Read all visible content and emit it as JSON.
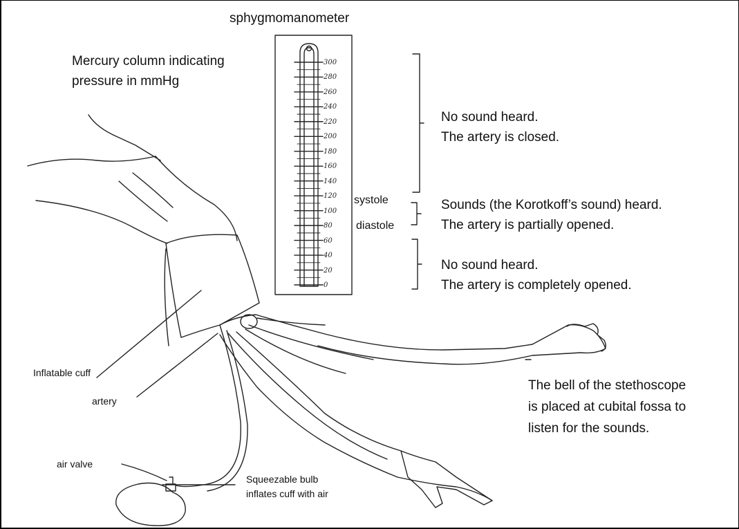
{
  "title": "sphygmomanometer",
  "mercury_label": [
    "Mercury column indicating",
    "pressure in mmHg"
  ],
  "scale_ticks": [
    "300",
    "280",
    "260",
    "240",
    "220",
    "200",
    "180",
    "160",
    "140",
    "120",
    "100",
    "80",
    "60",
    "40",
    "20",
    "0"
  ],
  "marker_labels": {
    "systole": "systole",
    "diastole": "diastole"
  },
  "zones": [
    {
      "line1": "No sound heard.",
      "line2": "The artery is closed."
    },
    {
      "line1": "Sounds (the Korotkoff’s sound) heard.",
      "line2": "The artery is partially opened."
    },
    {
      "line1": "No sound heard.",
      "line2": "The artery is completely opened."
    }
  ],
  "callouts": {
    "cuff": "Inflatable cuff",
    "artery": "artery",
    "air_valve": "air valve",
    "bulb": [
      "Squeezable bulb",
      "inflates cuff with air"
    ],
    "stethoscope": [
      "The bell of the stethoscope",
      "is placed at cubital fossa to",
      "listen for the sounds."
    ]
  }
}
